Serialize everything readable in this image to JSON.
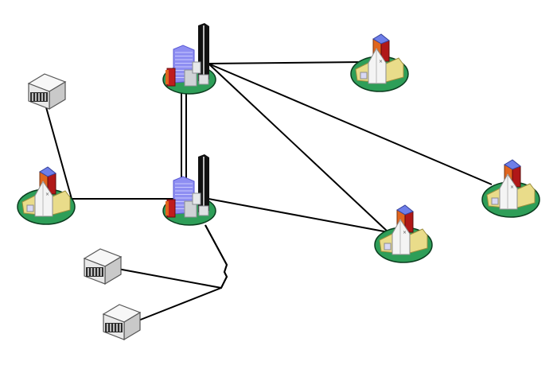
{
  "colors": {
    "background": "#ffffff",
    "link": "#000000",
    "island": "#2e9e58",
    "island_edge": "#0b3d1f",
    "tower_blue": "#8e8ef2",
    "tower_blue_dark": "#5a5ad6",
    "tower_black": "#111111",
    "tower_gray": "#cfd2d6",
    "roof_orange": "#e0651e",
    "roof_red": "#b01818",
    "roof_blue": "#6e7ee8",
    "house_white": "#f4f4f4",
    "house_yellow": "#e9dc8a",
    "server_gray": "#e9e9e9"
  },
  "nodes": [
    {
      "id": "city-top",
      "kind": "city"
    },
    {
      "id": "city-hub",
      "kind": "city"
    },
    {
      "id": "town-left",
      "kind": "town"
    },
    {
      "id": "town-top-right",
      "kind": "town"
    },
    {
      "id": "town-right",
      "kind": "town"
    },
    {
      "id": "town-mid-right",
      "kind": "town"
    },
    {
      "id": "server-top-left",
      "kind": "server"
    },
    {
      "id": "server-bottom-1",
      "kind": "server"
    },
    {
      "id": "server-bottom-2",
      "kind": "server"
    }
  ],
  "links": [
    {
      "from": "city-top",
      "to": "town-top-right",
      "style": "single"
    },
    {
      "from": "city-top",
      "to": "town-right",
      "style": "single"
    },
    {
      "from": "city-top",
      "to": "town-mid-right",
      "style": "single"
    },
    {
      "from": "city-top",
      "to": "city-hub",
      "style": "double"
    },
    {
      "from": "city-hub",
      "to": "town-left",
      "style": "single"
    },
    {
      "from": "city-hub",
      "to": "town-mid-right",
      "style": "single"
    },
    {
      "from": "town-left",
      "to": "server-top-left",
      "style": "single"
    },
    {
      "from": "city-hub",
      "to": "server-bottom-1",
      "style": "bus"
    },
    {
      "from": "city-hub",
      "to": "server-bottom-2",
      "style": "bus"
    }
  ]
}
